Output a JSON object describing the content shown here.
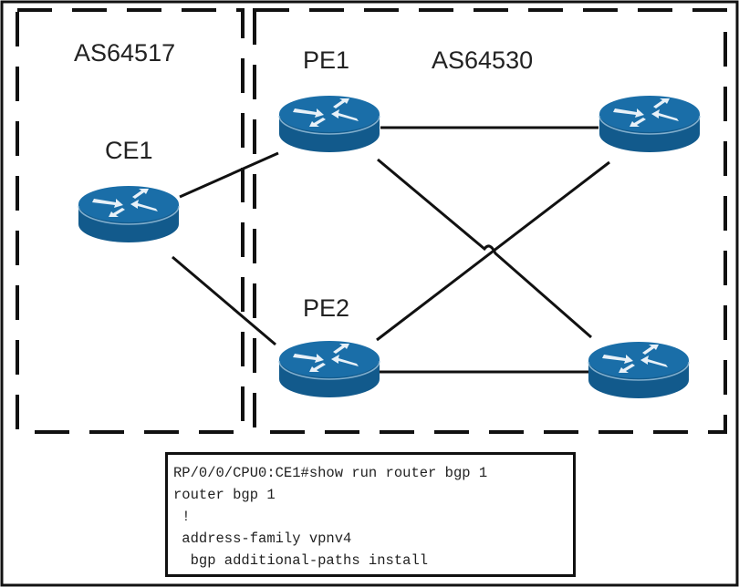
{
  "diagram": {
    "as_regions": [
      {
        "id": "as64517",
        "label": "AS64517"
      },
      {
        "id": "as64530",
        "label": "AS64530"
      }
    ],
    "routers": [
      {
        "id": "ce1",
        "label": "CE1",
        "as": "AS64517"
      },
      {
        "id": "pe1",
        "label": "PE1",
        "as": "AS64530"
      },
      {
        "id": "pe2",
        "label": "PE2",
        "as": "AS64530"
      },
      {
        "id": "p-top-right",
        "label": "",
        "as": "AS64530"
      },
      {
        "id": "p-bottom-right",
        "label": "",
        "as": "AS64530"
      }
    ],
    "links": [
      {
        "from": "ce1",
        "to": "pe1"
      },
      {
        "from": "ce1",
        "to": "pe2"
      },
      {
        "from": "pe1",
        "to": "p-top-right"
      },
      {
        "from": "pe1",
        "to": "p-bottom-right"
      },
      {
        "from": "pe2",
        "to": "p-top-right"
      },
      {
        "from": "pe2",
        "to": "p-bottom-right"
      }
    ],
    "colors": {
      "router_fill": "#1a6ea8",
      "router_side": "#125a8c",
      "router_arrows": "#e8f1f8",
      "line": "#111111"
    }
  },
  "cli": {
    "lines": [
      "RP/0/0/CPU0:CE1#show run router bgp 1",
      "router bgp 1",
      " !",
      " address-family vpnv4",
      "  bgp additional-paths install"
    ]
  }
}
